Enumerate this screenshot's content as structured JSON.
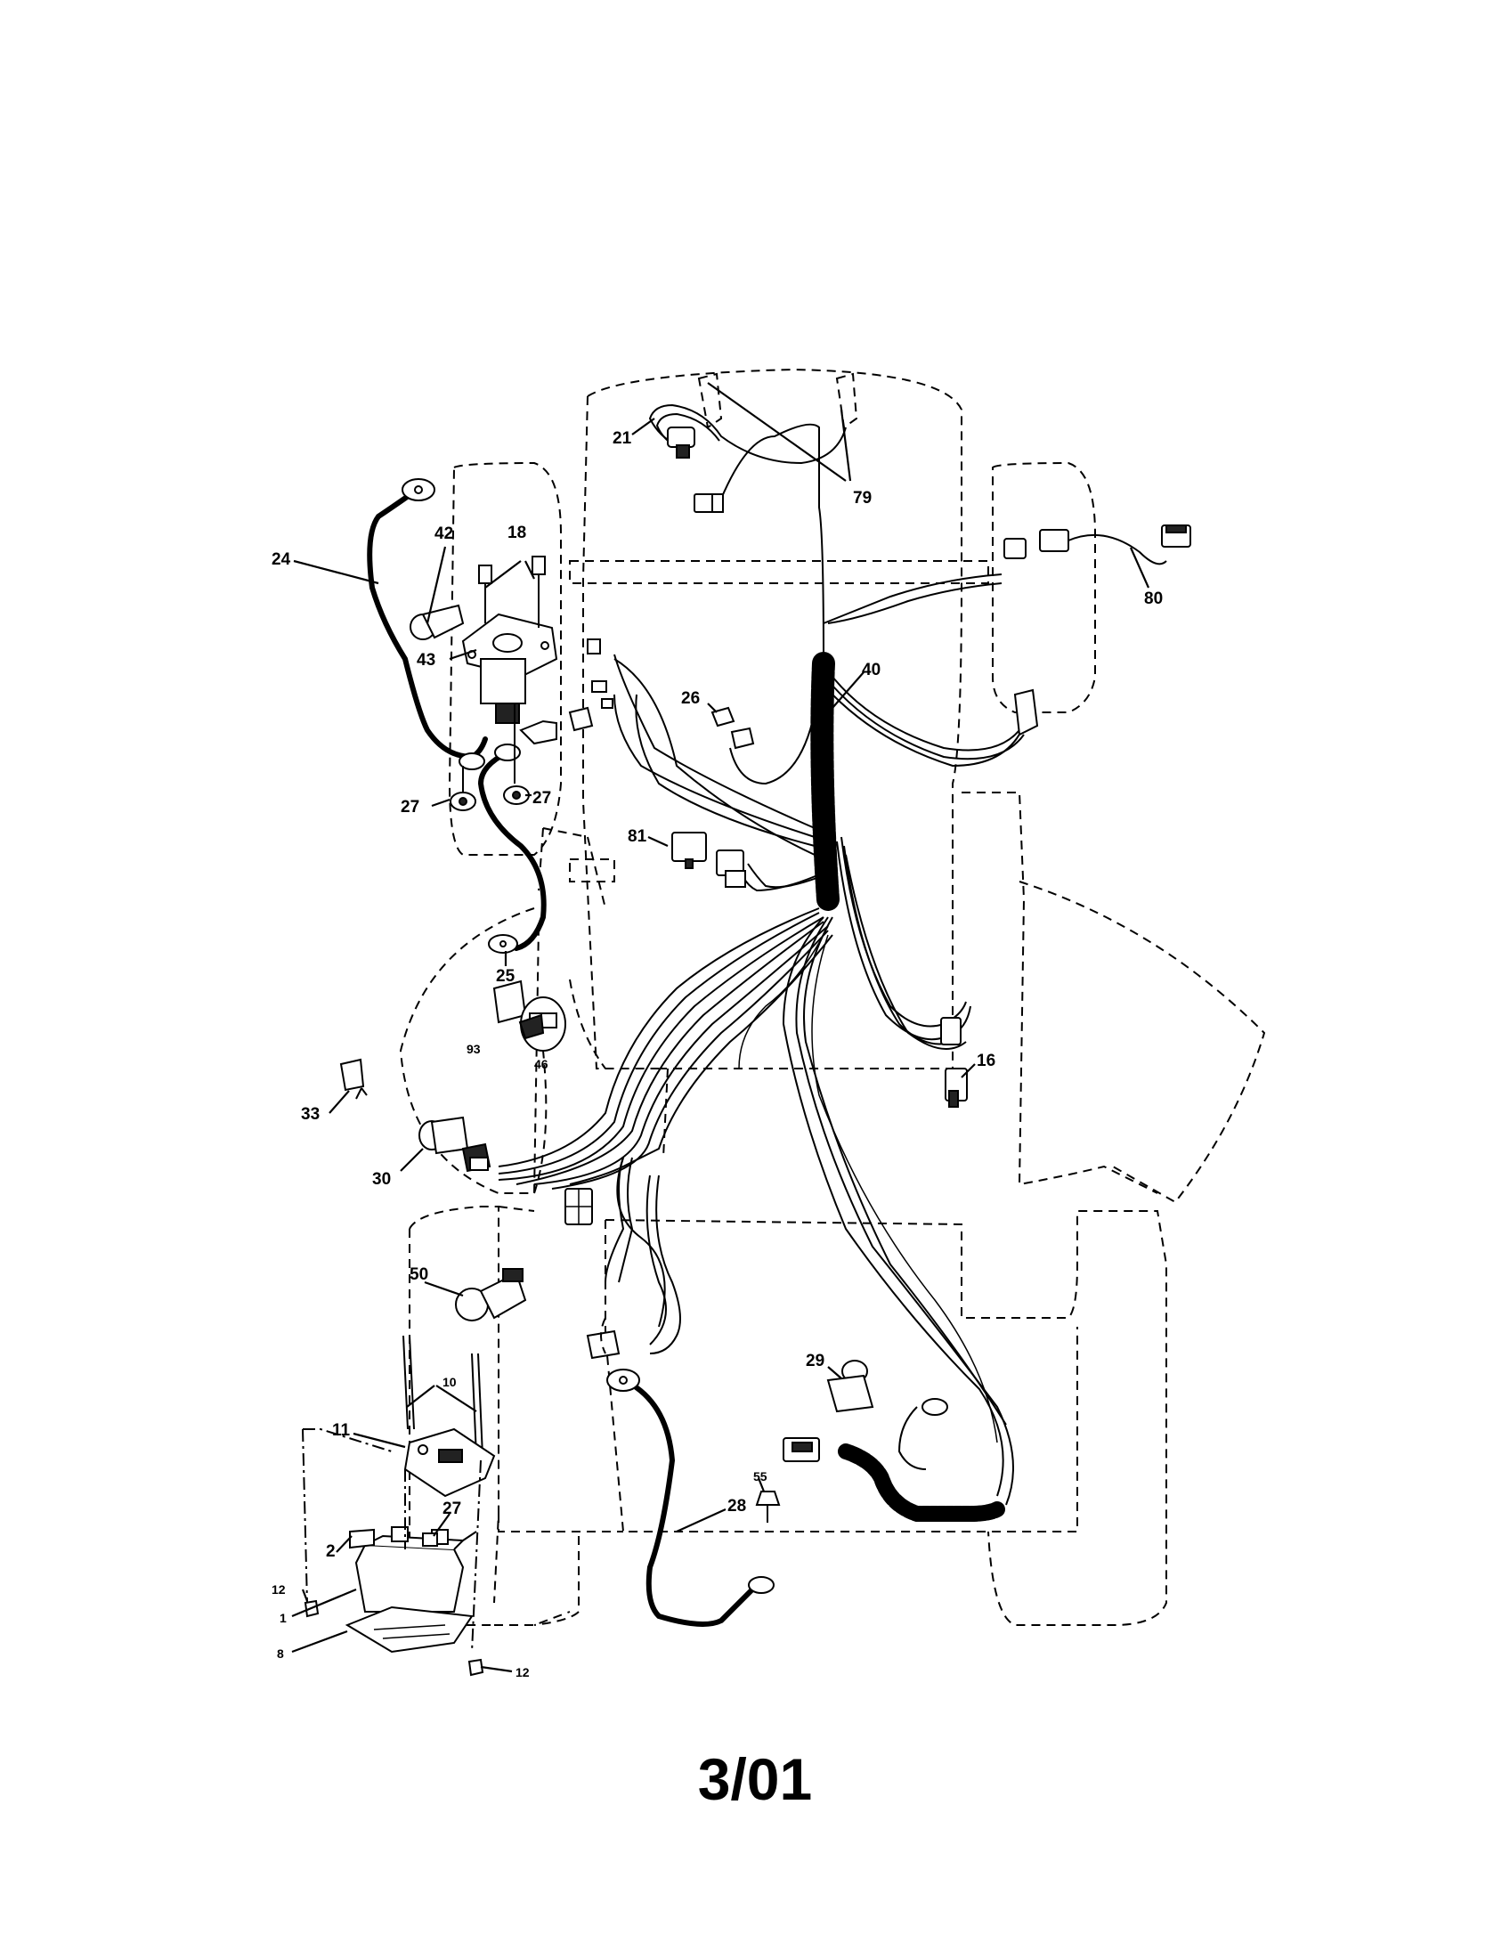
{
  "diagram": {
    "callouts": {
      "p1": "1",
      "p2": "2",
      "p8": "8",
      "p10": "10",
      "p11": "11",
      "p12a": "12",
      "p12b": "12",
      "p16": "16",
      "p18": "18",
      "p21": "21",
      "p24": "24",
      "p25": "25",
      "p26": "26",
      "p27a": "27",
      "p27b": "27",
      "p27c": "27",
      "p28": "28",
      "p29": "29",
      "p30": "30",
      "p33": "33",
      "p40": "40",
      "p42": "42",
      "p43": "43",
      "p46": "46",
      "p50": "50",
      "p55": "55",
      "p79": "79",
      "p80": "80",
      "p81": "81",
      "p93": "93"
    }
  },
  "footer": {
    "page_number": "3/01"
  }
}
